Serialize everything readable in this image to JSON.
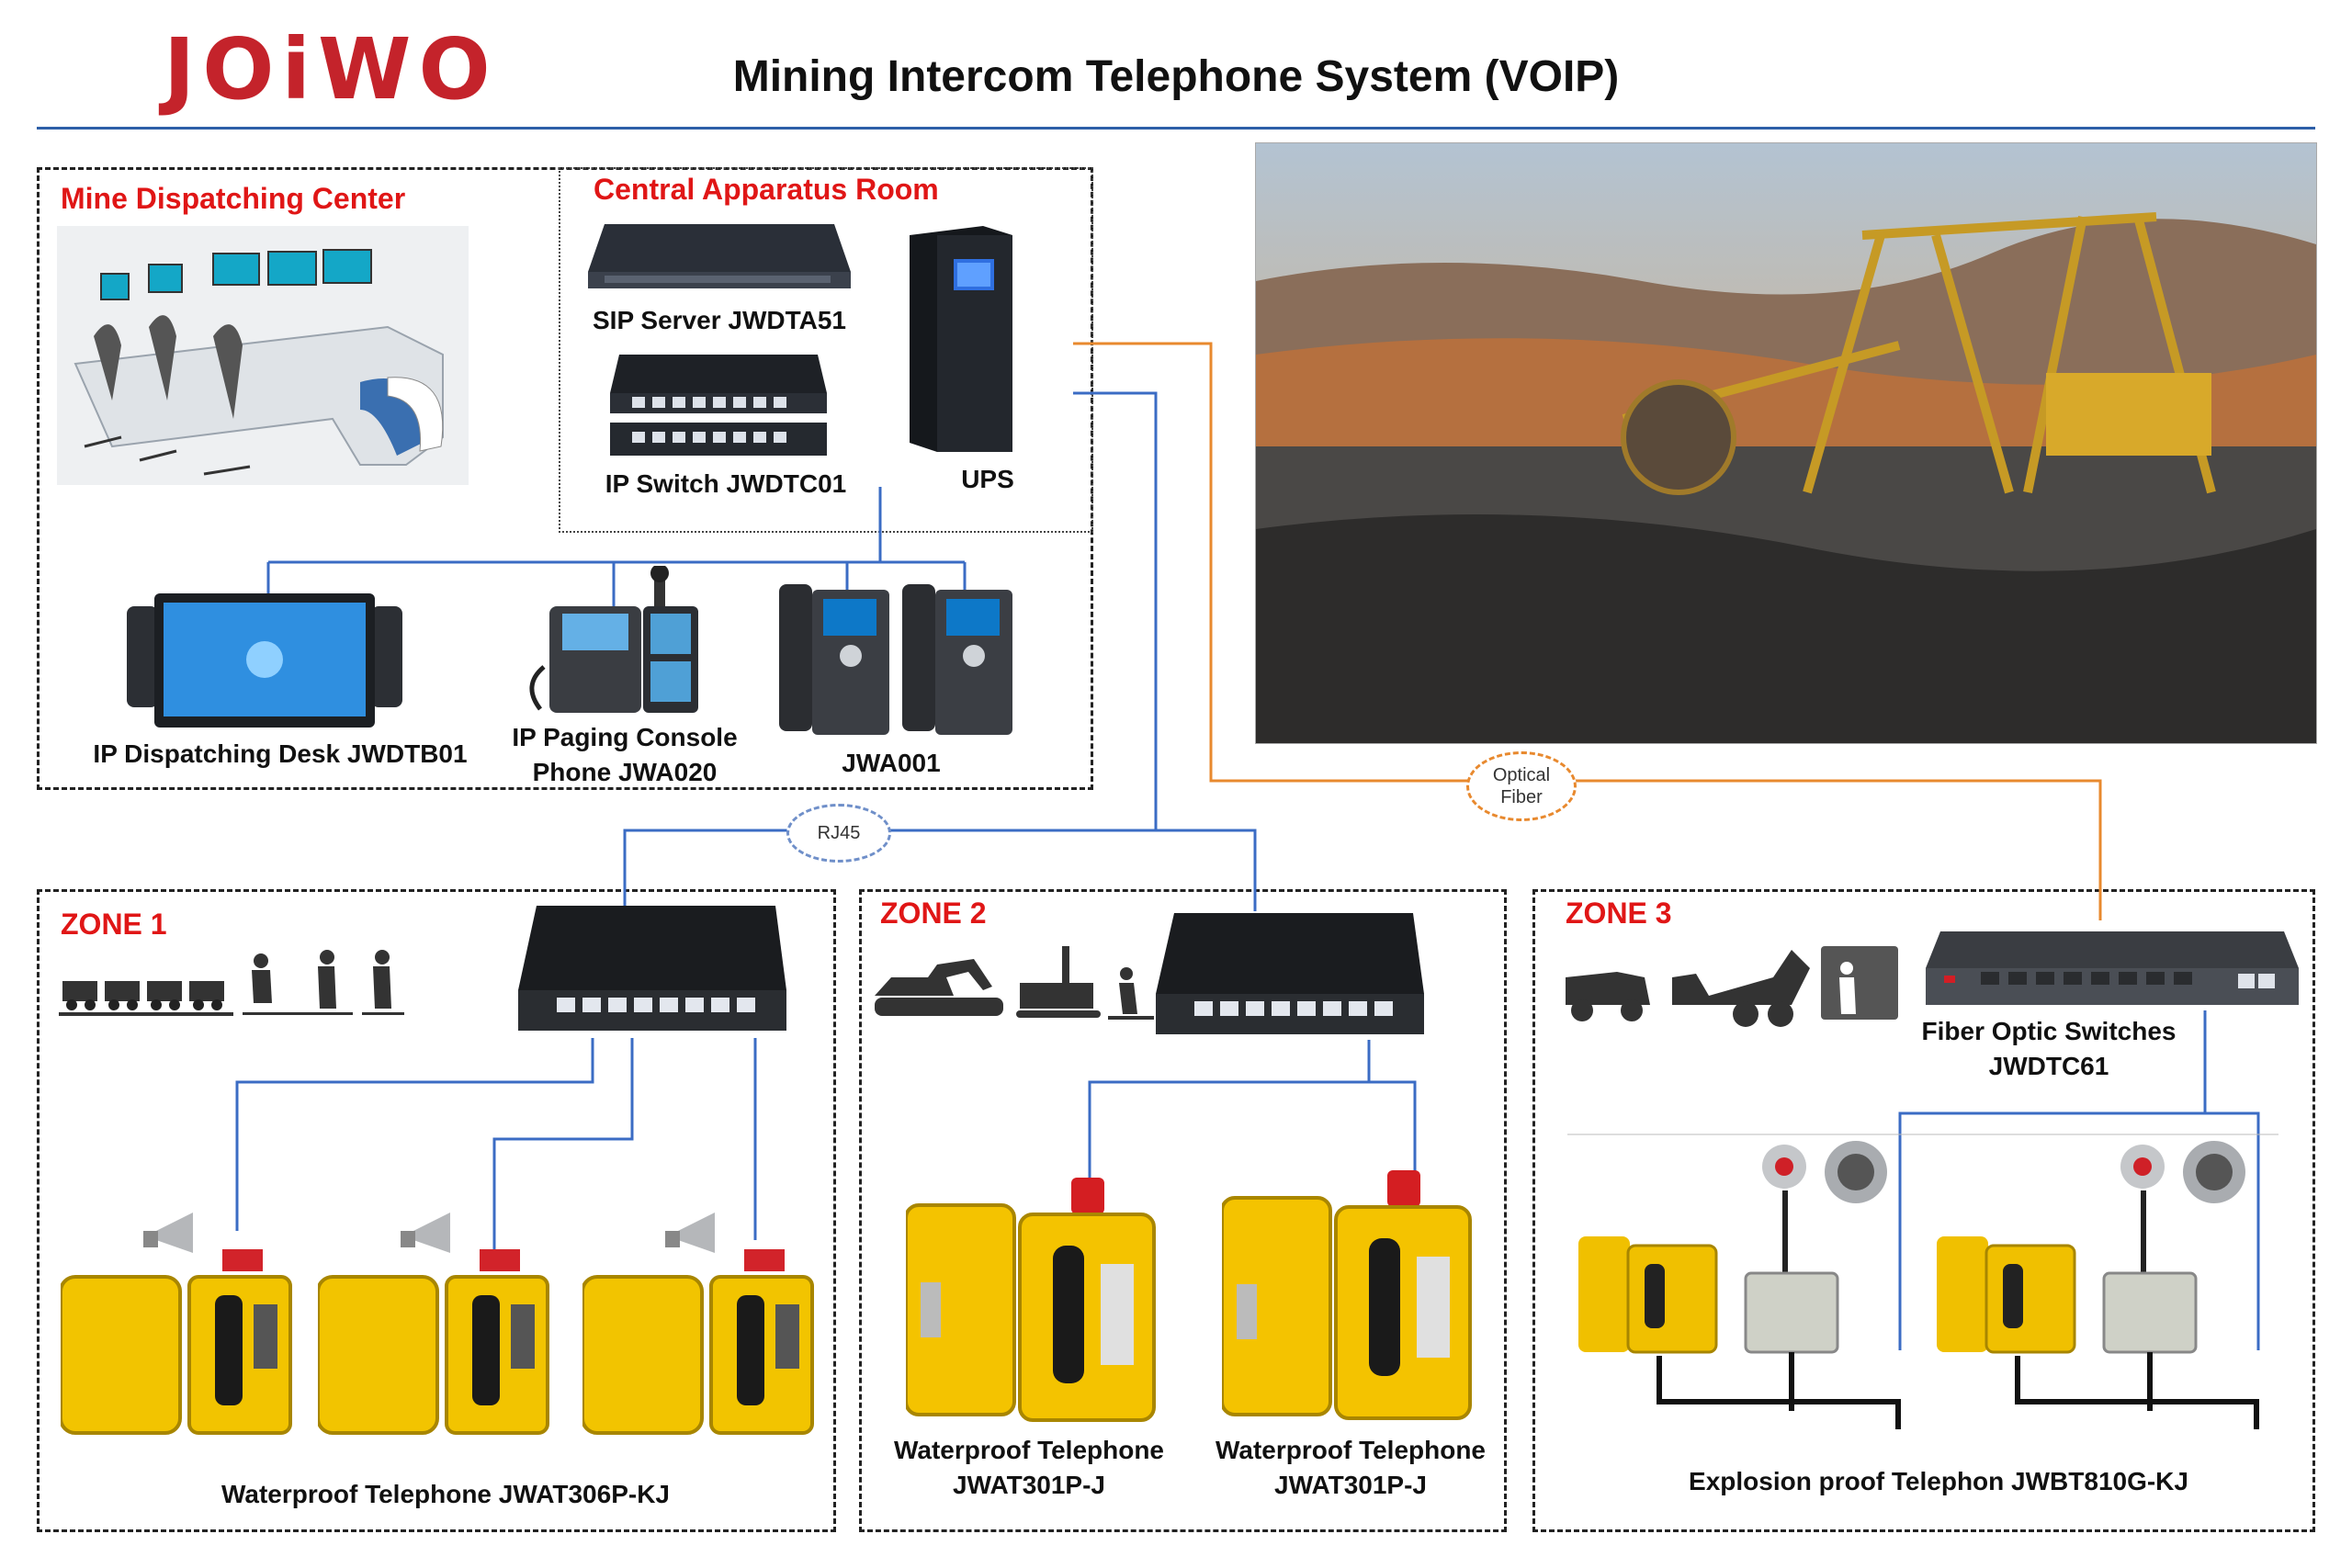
{
  "header": {
    "brand": "JOiWO",
    "title": "Mining Intercom Telephone System (VOIP)"
  },
  "top_section": {
    "dispatch_title": "Mine Dispatching Center",
    "apparatus_title": "Central Apparatus Room",
    "sip_server": "SIP Server JWDTA51",
    "ip_switch": "IP Switch JWDTC01",
    "ups": "UPS",
    "dispatch_desk": "IP Dispatching Desk JWDTB01",
    "paging_console_l1": "IP Paging Console",
    "paging_console_l2": "Phone JWA020",
    "ip_phone": "JWA001"
  },
  "connections": {
    "rj45": "RJ45",
    "optical_l1": "Optical",
    "optical_l2": "Fiber"
  },
  "zone1": {
    "title": "ZONE 1",
    "caption": "Waterproof Telephone JWAT306P-KJ"
  },
  "zone2": {
    "title": "ZONE 2",
    "left_l1": "Waterproof Telephone",
    "left_l2": "JWAT301P-J",
    "right_l1": "Waterproof Telephone",
    "right_l2": "JWAT301P-J"
  },
  "zone3": {
    "title": "ZONE 3",
    "switch_l1": "Fiber Optic Switches",
    "switch_l2": "JWDTC61",
    "caption": "Explosion proof Telephon JWBT810G-KJ"
  },
  "colors": {
    "brand_red": "#c4232b",
    "zone_red": "#e01616",
    "ethernet_blue": "#3b6cc4",
    "fiber_orange": "#e8892e"
  }
}
